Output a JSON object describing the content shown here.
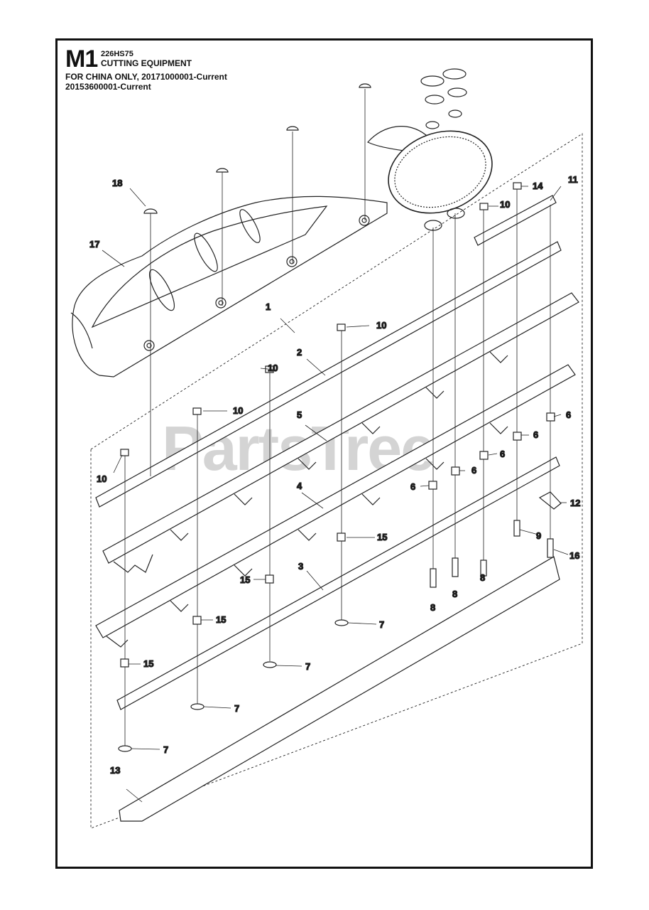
{
  "header": {
    "section_code": "M1",
    "model": "226HS75",
    "section_title": "CUTTING EQUIPMENT",
    "serial_line_1": "FOR CHINA ONLY, 20171000001-Current",
    "serial_line_2": "20153600001-Current"
  },
  "watermark": "PartsTree",
  "callouts": [
    {
      "id": "c1",
      "label": "1"
    },
    {
      "id": "c2",
      "label": "2"
    },
    {
      "id": "c3",
      "label": "3"
    },
    {
      "id": "c4",
      "label": "4"
    },
    {
      "id": "c5",
      "label": "5"
    },
    {
      "id": "c6a",
      "label": "6"
    },
    {
      "id": "c6b",
      "label": "6"
    },
    {
      "id": "c6c",
      "label": "6"
    },
    {
      "id": "c6d",
      "label": "6"
    },
    {
      "id": "c6e",
      "label": "6"
    },
    {
      "id": "c7a",
      "label": "7"
    },
    {
      "id": "c7b",
      "label": "7"
    },
    {
      "id": "c7c",
      "label": "7"
    },
    {
      "id": "c7d",
      "label": "7"
    },
    {
      "id": "c8a",
      "label": "8"
    },
    {
      "id": "c8b",
      "label": "8"
    },
    {
      "id": "c8c",
      "label": "8"
    },
    {
      "id": "c9",
      "label": "9"
    },
    {
      "id": "c10a",
      "label": "10"
    },
    {
      "id": "c10b",
      "label": "10"
    },
    {
      "id": "c10c",
      "label": "10"
    },
    {
      "id": "c10d",
      "label": "10"
    },
    {
      "id": "c10e",
      "label": "10"
    },
    {
      "id": "c11",
      "label": "11"
    },
    {
      "id": "c12",
      "label": "12"
    },
    {
      "id": "c13",
      "label": "13"
    },
    {
      "id": "c14",
      "label": "14"
    },
    {
      "id": "c15a",
      "label": "15"
    },
    {
      "id": "c15b",
      "label": "15"
    },
    {
      "id": "c15c",
      "label": "15"
    },
    {
      "id": "c15d",
      "label": "15"
    },
    {
      "id": "c16",
      "label": "16"
    },
    {
      "id": "c17",
      "label": "17"
    },
    {
      "id": "c18",
      "label": "18"
    }
  ]
}
